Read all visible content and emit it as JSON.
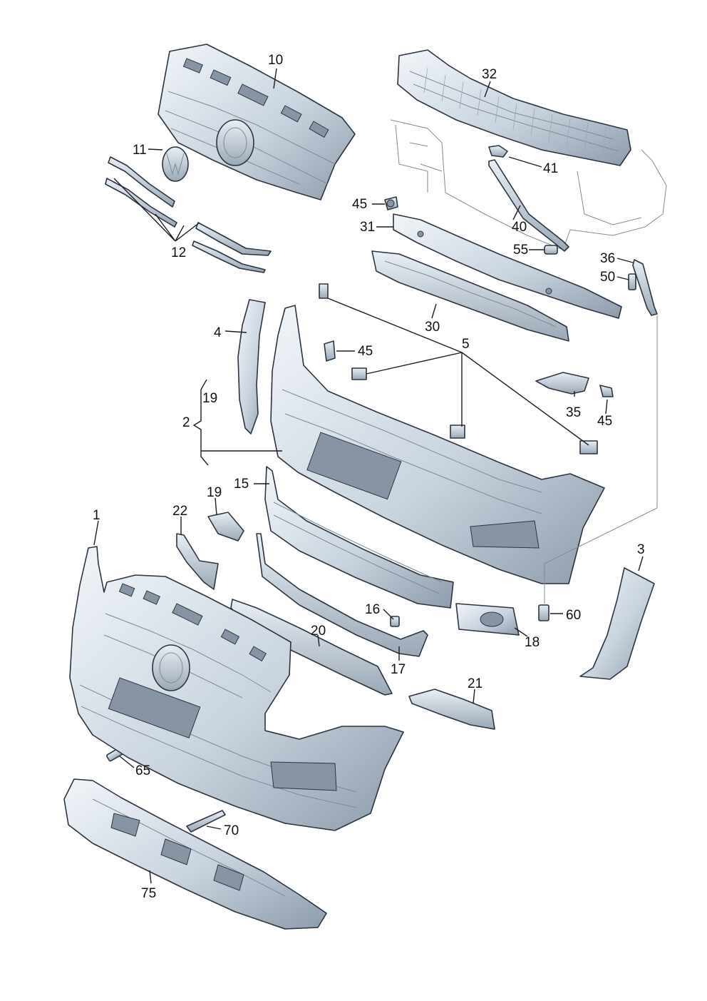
{
  "callouts": {
    "p1": "1",
    "p2": "2",
    "p3": "3",
    "p4": "4",
    "p5": "5",
    "p10": "10",
    "p11": "11",
    "p12": "12",
    "p15": "15",
    "p16": "16",
    "p17": "17",
    "p18": "18",
    "p19a": "19",
    "p19b": "19",
    "p20": "20",
    "p21": "21",
    "p22": "22",
    "p30": "30",
    "p31": "31",
    "p32": "32",
    "p35": "35",
    "p36": "36",
    "p40": "40",
    "p41": "41",
    "p45a": "45",
    "p45b": "45",
    "p45c": "45",
    "p50": "50",
    "p55": "55",
    "p60": "60",
    "p65": "65",
    "p70": "70",
    "p75": "75"
  },
  "colors": {
    "part_light": "#dfe8f1",
    "part_dark": "#8d9cab",
    "outline": "#2c3440"
  }
}
